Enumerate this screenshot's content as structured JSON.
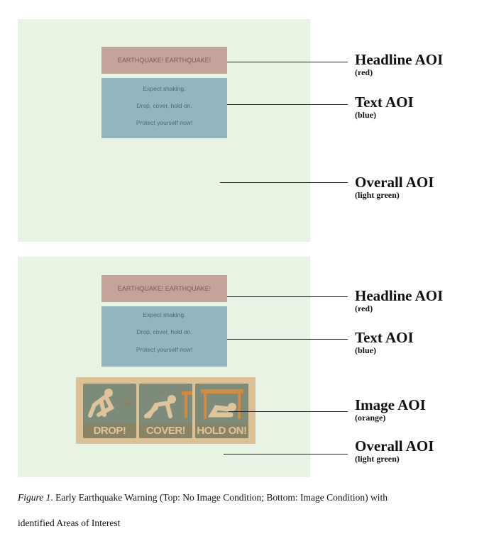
{
  "top_panel": {
    "headline": "EARTHQUAKE! EARTHQUAKE!",
    "text_lines": [
      "Expect shaking.",
      "Drop, cover, hold on.",
      "Protect yourself now!"
    ],
    "labels": [
      {
        "title": "Headline AOI",
        "sub": "(red)"
      },
      {
        "title": "Text AOI",
        "sub": "(blue)"
      },
      {
        "title": "Overall AOI",
        "sub": "(light green)"
      }
    ]
  },
  "bottom_panel": {
    "headline": "EARTHQUAKE! EARTHQUAKE!",
    "text_lines": [
      "Expect shaking.",
      "Drop, cover, hold on.",
      "Protect yourself now!"
    ],
    "image_captions": [
      "DROP!",
      "COVER!",
      "HOLD ON!"
    ],
    "labels": [
      {
        "title": "Headline AOI",
        "sub": "(red)"
      },
      {
        "title": "Text AOI",
        "sub": "(blue)"
      },
      {
        "title": "Image AOI",
        "sub": "(orange)"
      },
      {
        "title": "Overall AOI",
        "sub": "(light green)"
      }
    ]
  },
  "caption": {
    "label": "Figure 1",
    "text": ". Early Earthquake Warning (Top: No Image Condition; Bottom: Image Condition) with",
    "text2": "identified Areas of Interest"
  },
  "colors": {
    "overall": "#e8f3e4",
    "headline": "#c4a39a",
    "text": "#93b5bf",
    "image": "#ddc196"
  }
}
